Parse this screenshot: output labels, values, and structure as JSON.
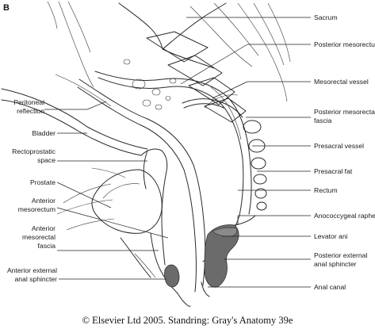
{
  "panel_letter": "B",
  "labels": {
    "sacrum": "Sacrum",
    "posterior_mesorectum": "Posterior mesorectum",
    "mesorectal_vessel": "Mesorectal vessel",
    "posterior_mesorectal_fascia": [
      "Posterior mesorectal",
      "fascia"
    ],
    "presacral_vessel": "Presacral vessel",
    "presacral_fat": "Presacral fat",
    "rectum": "Rectum",
    "anococcygeal_raphe": "Anococcygeal raphe",
    "levator_ani": "Levator ani",
    "posterior_external_anal_sphincter": [
      "Posterior external",
      "anal sphincter"
    ],
    "anal_canal": "Anal canal",
    "peritoneal_reflection": [
      "Peritoneal",
      "reflection"
    ],
    "bladder": "Bladder",
    "rectoprostatic_space": [
      "Rectoprostatic",
      "space"
    ],
    "prostate": "Prostate",
    "anterior_mesorectum": [
      "Anterior",
      "mesorectum"
    ],
    "anterior_mesorectal_fascia": [
      "Anterior",
      "mesorectal",
      "fascia"
    ],
    "anterior_external_anal_sphincter": [
      "Anterior external",
      "anal sphincter"
    ]
  },
  "credit": "© Elsevier Ltd 2005. Standring: Gray's Anatomy 39e",
  "colors": {
    "sphincter_fill": "#6b6b6b",
    "line": "#222222"
  }
}
